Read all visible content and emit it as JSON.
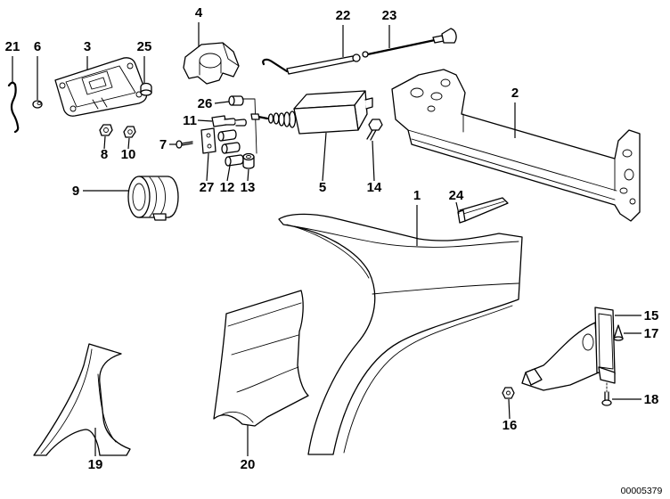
{
  "callouts": {
    "p1": "1",
    "p2": "2",
    "p3": "3",
    "p4": "4",
    "p5": "5",
    "p6": "6",
    "p7": "7",
    "p8": "8",
    "p9": "9",
    "p10": "10",
    "p11": "11",
    "p12": "12",
    "p13": "13",
    "p14": "14",
    "p15": "15",
    "p16": "16",
    "p17": "17",
    "p18": "18",
    "p19": "19",
    "p20": "20",
    "p21": "21",
    "p22": "22",
    "p23": "23",
    "p24": "24",
    "p25": "25",
    "p26": "26",
    "p27": "27"
  },
  "reference_number": "00005379",
  "colors": {
    "ink": "#000000",
    "background": "#ffffff"
  }
}
